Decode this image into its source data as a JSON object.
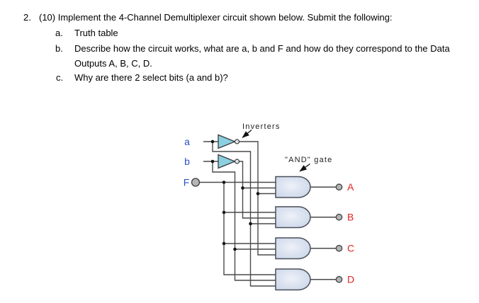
{
  "colors": {
    "input_label": "#2b50c8",
    "output_label": "#e02420",
    "wire": "#4a4a4a",
    "inverter_fill": "#8ad0e0",
    "gate_fill": "#ccd7e8",
    "gate_highlight": "#eef1f8",
    "terminal_fill": "#b5b5b5",
    "background": "#ffffff"
  },
  "document": {
    "item_number": "2.",
    "item_heading": "(10) Implement the 4-Channel Demultiplexer circuit shown below.  Submit the following:",
    "sub_a_marker": "a.",
    "sub_a_text": "Truth table",
    "sub_b_marker": "b.",
    "sub_b_line1": "Describe how the circuit works, what are a, b and F and how do they correspond to the Data",
    "sub_b_line2": "Outputs A, B, C, D.",
    "sub_c_marker": "c.",
    "sub_c_text": "Why are there 2 select bits (a and b)?"
  },
  "diagram": {
    "inverters_label": "Inverters",
    "and_gate_label": "\"AND\" gate",
    "input_a": "a",
    "input_b": "b",
    "input_f": "F",
    "output_a": "A",
    "output_b": "B",
    "output_c": "C",
    "output_d": "D"
  }
}
